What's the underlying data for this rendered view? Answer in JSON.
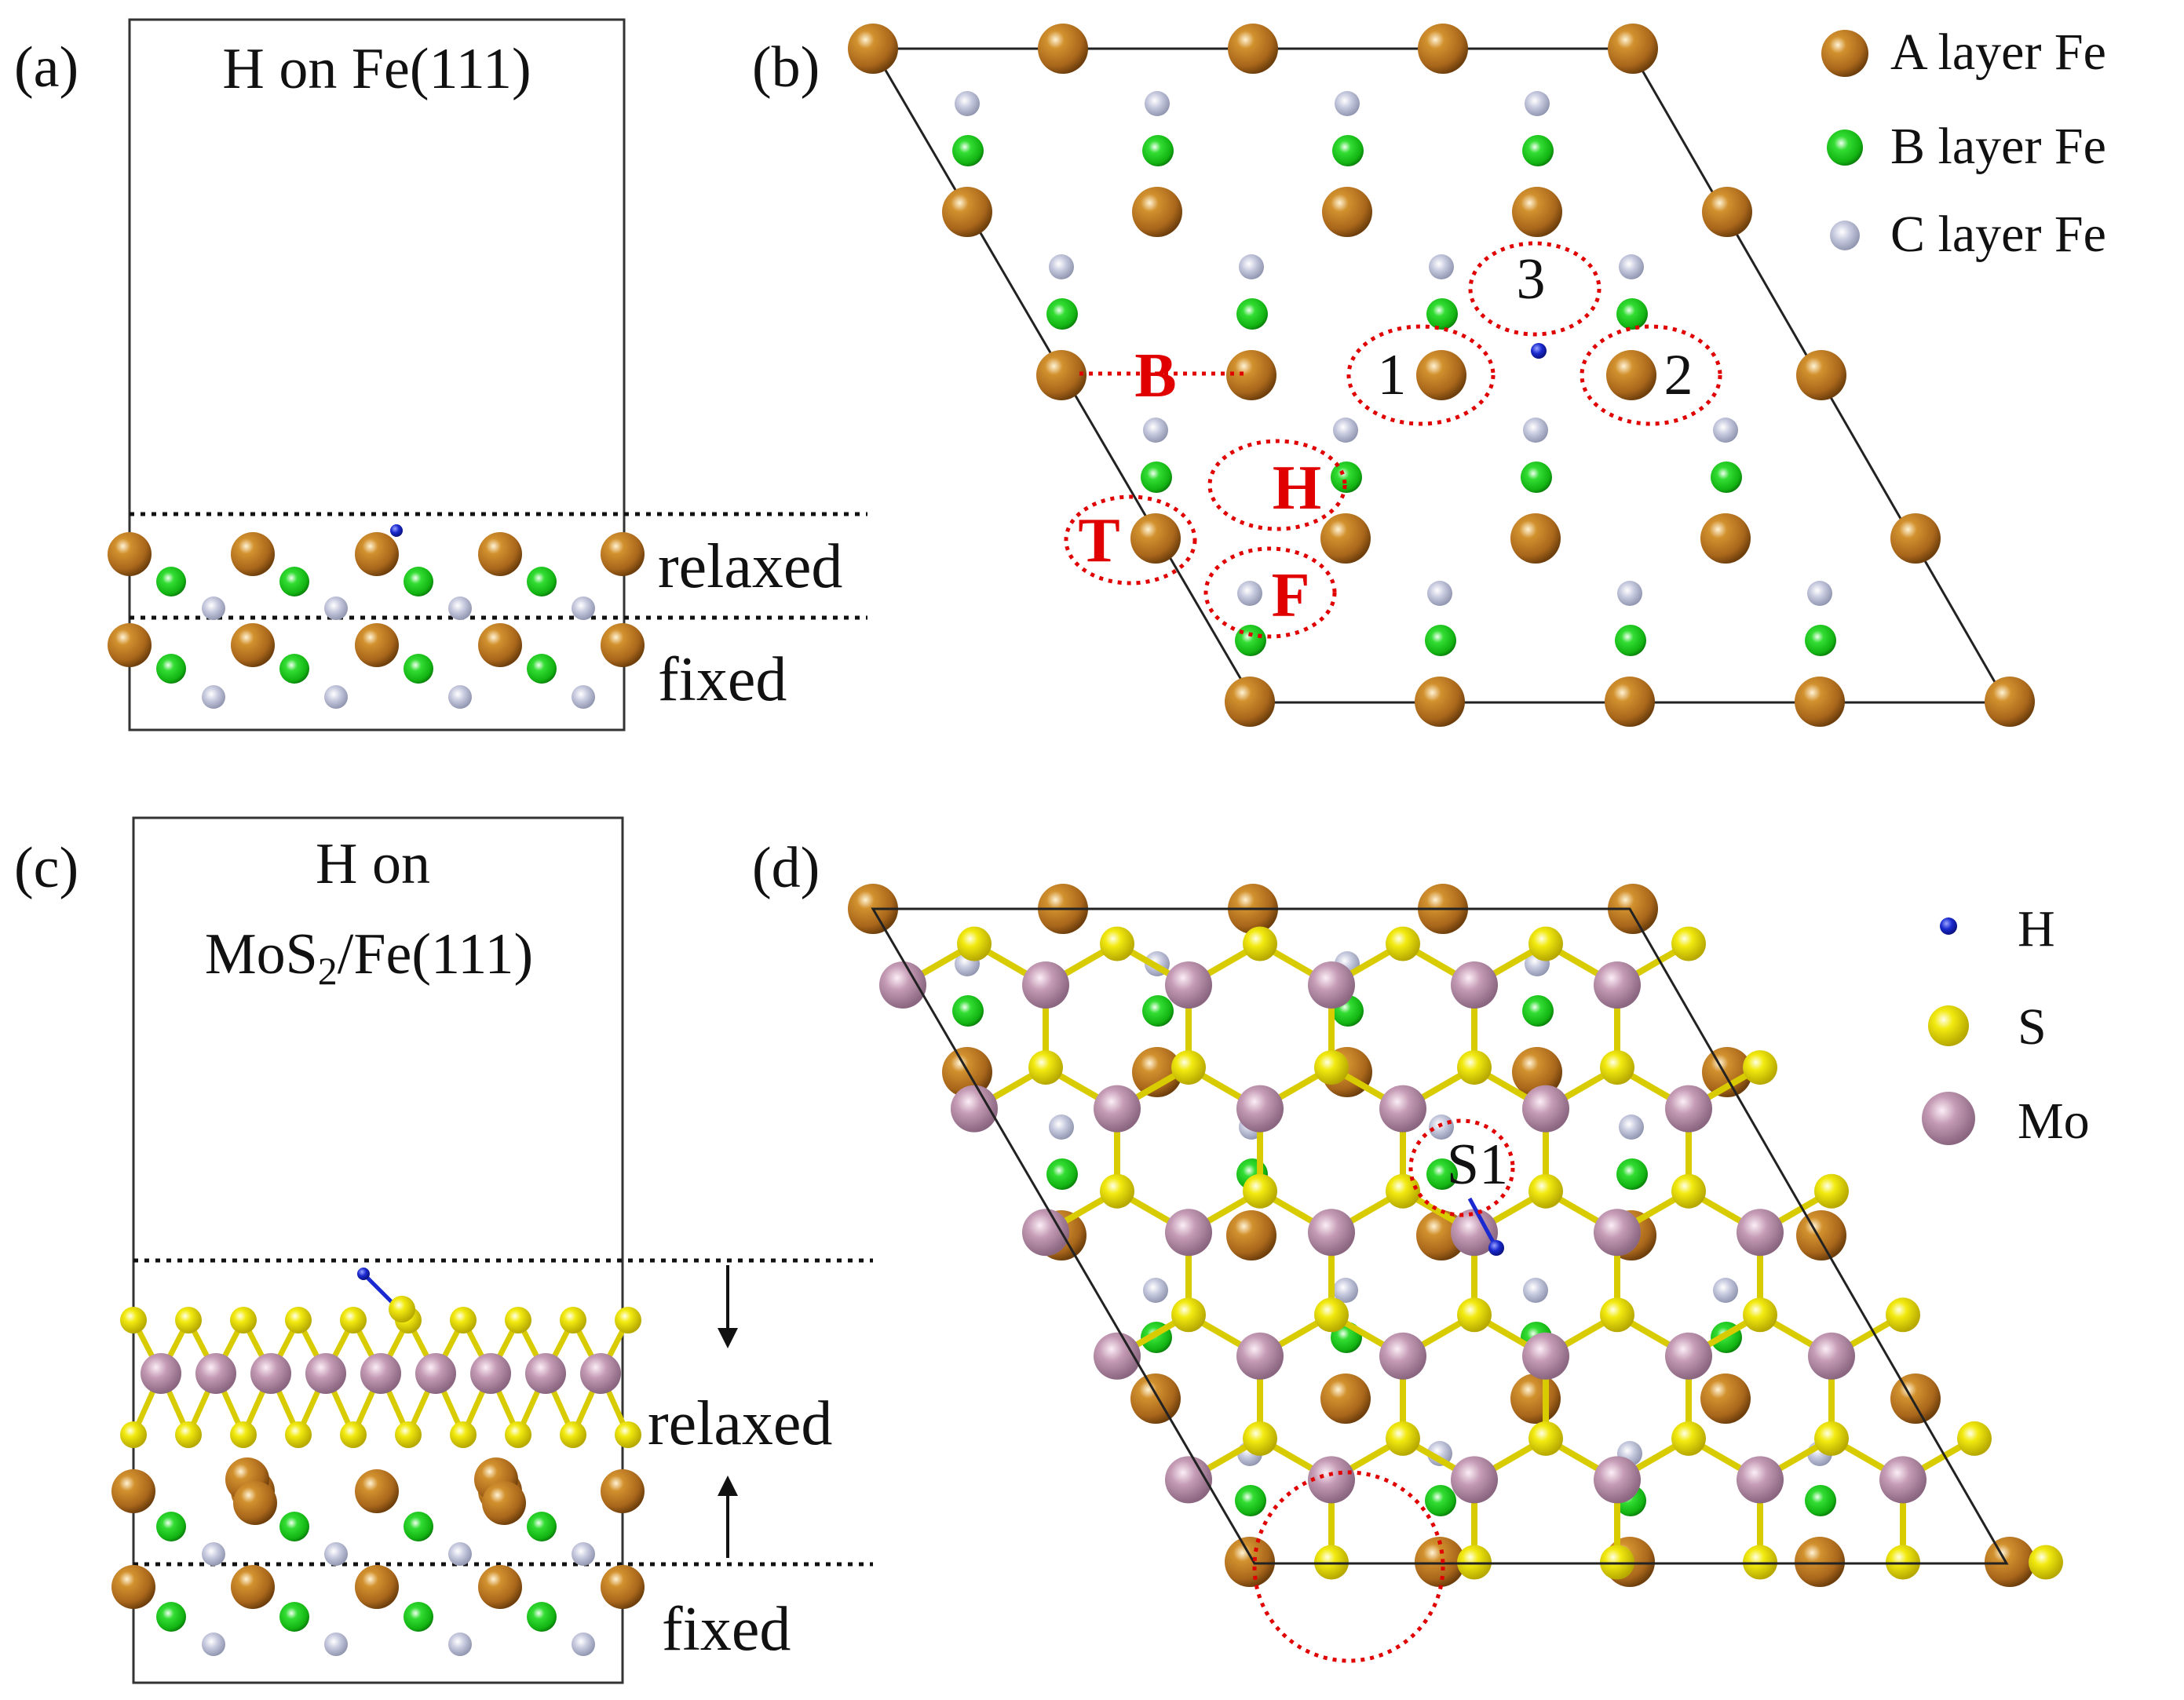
{
  "panels": [
    {
      "id": "a",
      "label": "(a)",
      "title": "H on Fe(111)"
    },
    {
      "id": "b",
      "label": "(b)"
    },
    {
      "id": "c",
      "label": "(c)",
      "title_line1": "H on",
      "title_line2_prefix": "MoS",
      "title_line2_sub": "2",
      "title_line2_suffix": "/Fe(111)"
    },
    {
      "id": "d",
      "label": "(d)"
    }
  ],
  "side_labels": {
    "relaxed": "relaxed",
    "fixed": "fixed"
  },
  "legend": {
    "fe_layers": [
      {
        "name": "A layer Fe",
        "color": "#b5711e"
      },
      {
        "name": "B layer Fe",
        "color": "#1fcc1f"
      },
      {
        "name": "C layer Fe",
        "color": "#c3c6dc"
      }
    ],
    "species": [
      {
        "name": "H",
        "color": "#1020c0"
      },
      {
        "name": "S",
        "color": "#e8e000"
      },
      {
        "name": "Mo",
        "color": "#b98ca8"
      }
    ]
  },
  "sites": {
    "bridge": "B",
    "top": "T",
    "hollow": "H",
    "fcc": "F",
    "numbers": [
      "1",
      "2",
      "3"
    ],
    "s_site": "S1"
  }
}
